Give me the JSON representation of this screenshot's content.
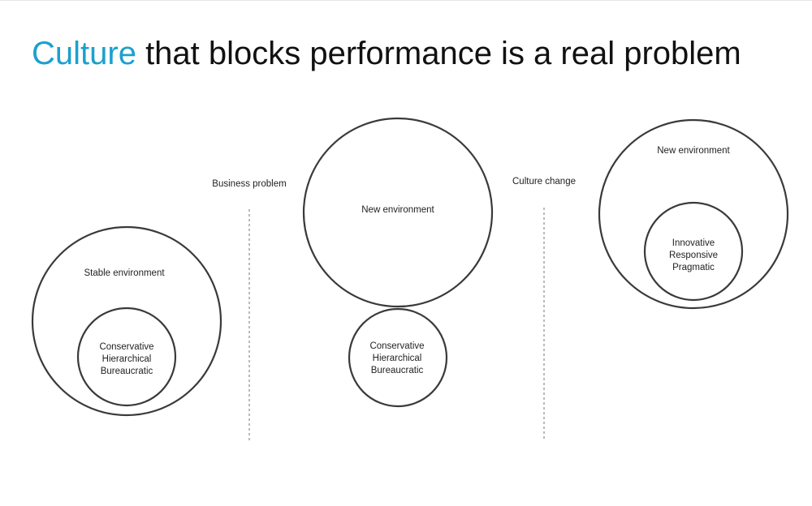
{
  "title": {
    "accent": "Culture",
    "rest": " that blocks performance is a real problem",
    "accent_color": "#1ba0cf"
  },
  "stages": [
    {
      "environment": "Stable environment",
      "culture": [
        "Conservative",
        "Hierarchical",
        "Bureaucratic"
      ]
    },
    {
      "environment": "New environment",
      "culture": [
        "Conservative",
        "Hierarchical",
        "Bureaucratic"
      ]
    },
    {
      "environment": "New environment",
      "culture": [
        "Innovative",
        "Responsive",
        "Pragmatic"
      ]
    }
  ],
  "transitions": [
    {
      "label": "Business problem"
    },
    {
      "label": "Culture change"
    }
  ]
}
